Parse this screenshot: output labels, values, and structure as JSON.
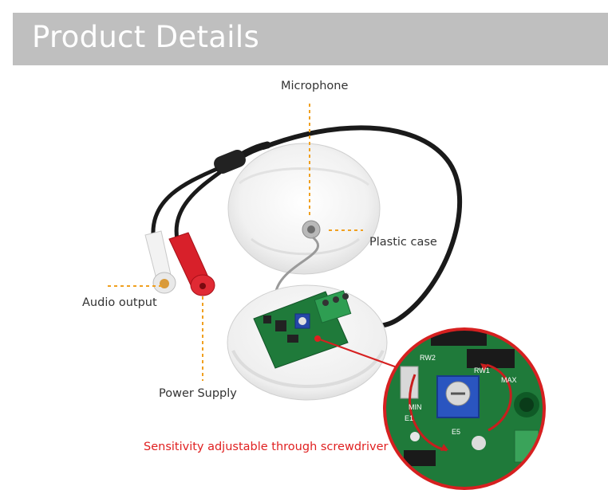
{
  "header": {
    "title": "Product Details"
  },
  "labels": {
    "microphone": "Microphone",
    "plastic_case": "Plastic case",
    "audio_output": "Audio output",
    "power_supply": "Power Supply",
    "sensitivity": "Sensitivity adjustable through screwdriver"
  },
  "board": {
    "rw2": "RW2",
    "rw1": "RW1",
    "max": "MAX",
    "min": "MIN",
    "e1": "E1",
    "e5": "E5"
  },
  "colors": {
    "banner": "#bfbfbf",
    "leader_line": "#f0a020",
    "callout_ring": "#d62020",
    "pcb_green": "#1f7a3a",
    "cable": "#1a1a1a",
    "rca_red": "#d8202a",
    "rca_white": "#f2f2f2"
  }
}
